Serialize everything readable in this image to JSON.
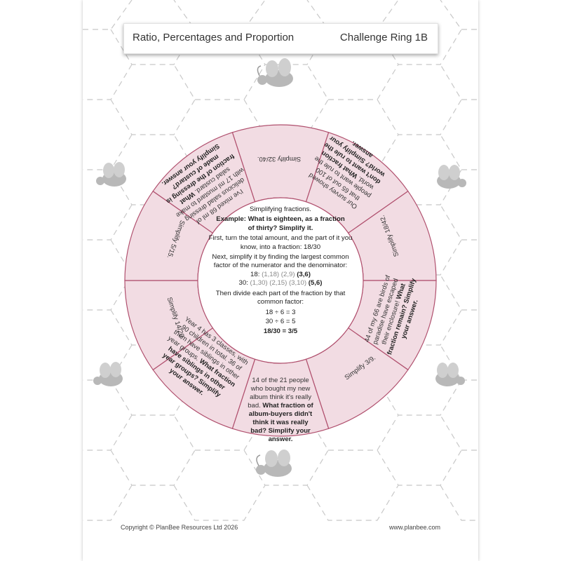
{
  "header": {
    "title": "Ratio, Percentages and Proportion",
    "code": "Challenge Ring 1B"
  },
  "footer": {
    "copyright": "Copyright © PlanBee Resources Ltd 2026",
    "website": "www.planbee.com"
  },
  "center": {
    "heading": "Simplifying fractions.",
    "example": "Example: What is eighteen, as a fraction of thirty? Simplify it.",
    "step1": "First, turn the total amount, and the part of it you know, into a fraction: ",
    "step1_fraction": "18/30",
    "step2": "Next, simplify it by finding the largest common factor of the numerator and the denominator:",
    "factors_18_label": "18:",
    "factors_18_grey": "(1,18) (2,9)",
    "factors_18_bold": "(3,6)",
    "factors_30_label": "30:",
    "factors_30_grey": "(1,30) (2,15) (3,10)",
    "factors_30_bold": "(5,6)",
    "step3": "Then divide each part of the fraction by that common factor:",
    "calc1": "18 ÷ 6 = 3",
    "calc2": "30 ÷ 6 = 5",
    "result": "18/30 = 3/5"
  },
  "segments": {
    "s_top": {
      "text": "Simplify 32/40."
    },
    "s_topright": {
      "text": "Our survey showed that 65 out of 100 people want to rule the world.",
      "question": "What fraction don't want to rule the world? Simplify your answer."
    },
    "s_right_upper": {
      "text": "Simplify 18/42."
    },
    "s_right_lower": {
      "text": "44 of my 66 are birds of paradise have escaped their enclosure!",
      "question": "What fraction remain? Simplify your answer."
    },
    "s_bottomright": {
      "text": "Simplify 3/9."
    },
    "s_bottom": {
      "text": "14 of the 21 people who bought my new album think it's really bad.",
      "question": "What fraction of album-buyers didn't think it was really bad? Simplify your answer."
    },
    "s_bottomleft": {
      "text": "Year 4 has 3 classes, with 90 children in total. 36 of them have siblings in other year groups.",
      "question": "What fraction have siblings in other year groups? Simplify your answer."
    },
    "s_left_lower": {
      "text": "Simplify 14/20."
    },
    "s_left_upper": {
      "text": "Simplify 5/15."
    },
    "s_topleft": {
      "text": "I've mixed 68 ml of delicious salad dressing with 17 ml mustard to make salad custard.",
      "question": "What fraction of the dressing is made of custard? Simplify your answer."
    }
  },
  "colors": {
    "ring_fill": "#f2dce3",
    "ring_stroke": "#b0506e",
    "hex_stroke": "#c8c8c8",
    "bee": "#b8b8b8"
  },
  "icons": {
    "bee": "bee-icon"
  }
}
